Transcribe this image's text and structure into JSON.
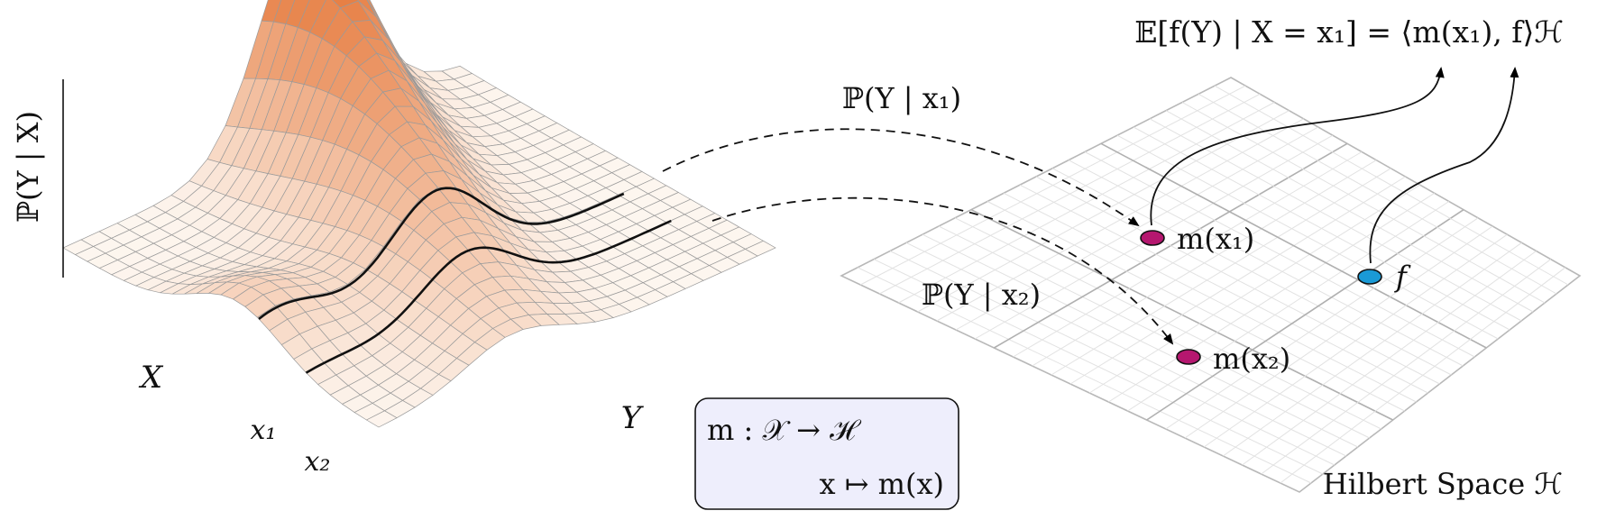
{
  "surface": {
    "axis_labels": {
      "z": "ℙ(Y | X)",
      "x": "X",
      "y": "Y"
    },
    "tick_labels": {
      "x1": "x₁",
      "x2": "x₂"
    },
    "color_low": "#fdf6ef",
    "color_high": "#e2651f"
  },
  "annotations": {
    "p_given_x1": "ℙ(Y | x₁)",
    "p_given_x2": "ℙ(Y | x₂)"
  },
  "mapping_box": {
    "line1": "m : 𝒳 → ℋ",
    "line2": "x ↦ m(x)",
    "background": "#eeeefc"
  },
  "hilbert": {
    "points": {
      "m_x1": {
        "label": "m(x₁)",
        "color": "#b5176f"
      },
      "m_x2": {
        "label": "m(x₂)",
        "color": "#b5176f"
      },
      "f": {
        "label": "f",
        "color": "#1a9ad6"
      }
    },
    "space_label": "Hilbert Space ℋ",
    "equation": "𝔼[f(Y) | X = x₁] = ⟨m(x₁), f⟩ℋ"
  }
}
